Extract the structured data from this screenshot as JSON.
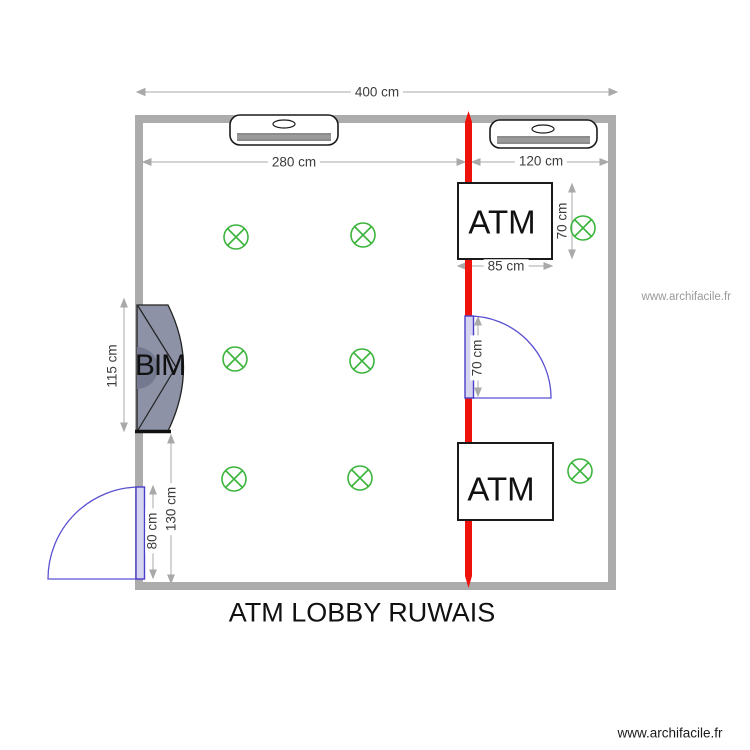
{
  "title": "ATM LOBBY RUWAIS",
  "watermarks": {
    "top_right": "www.archifacile.fr",
    "bottom_right": "www.archifacile.fr"
  },
  "room": {
    "dim_total_width": "400 cm",
    "dim_left_section": "280 cm",
    "dim_right_section": "120 cm"
  },
  "atm_top": {
    "label": "ATM",
    "dim_height": "70 cm",
    "dim_width": "85 cm"
  },
  "atm_bottom": {
    "label": "ATM"
  },
  "bim": {
    "label": "BIM",
    "dim_height": "115 cm"
  },
  "door_right": {
    "dim_width": "70 cm"
  },
  "door_left": {
    "dim_width": "80 cm",
    "dim_offset": "130 cm"
  },
  "lights": {
    "count": 8,
    "symbol": "circled-x-ceiling-light"
  },
  "colors": {
    "wall": "#acacac",
    "partition": "#ef120b",
    "light": "#3cb53c",
    "door_stroke": "#4a3fc9",
    "door_fill": "#d7d4f0",
    "bim_fill": "#8d92a6",
    "bim_dark": "#747990",
    "dim_line": "#a9a9a9",
    "dim_text": "#3c3c3c"
  }
}
